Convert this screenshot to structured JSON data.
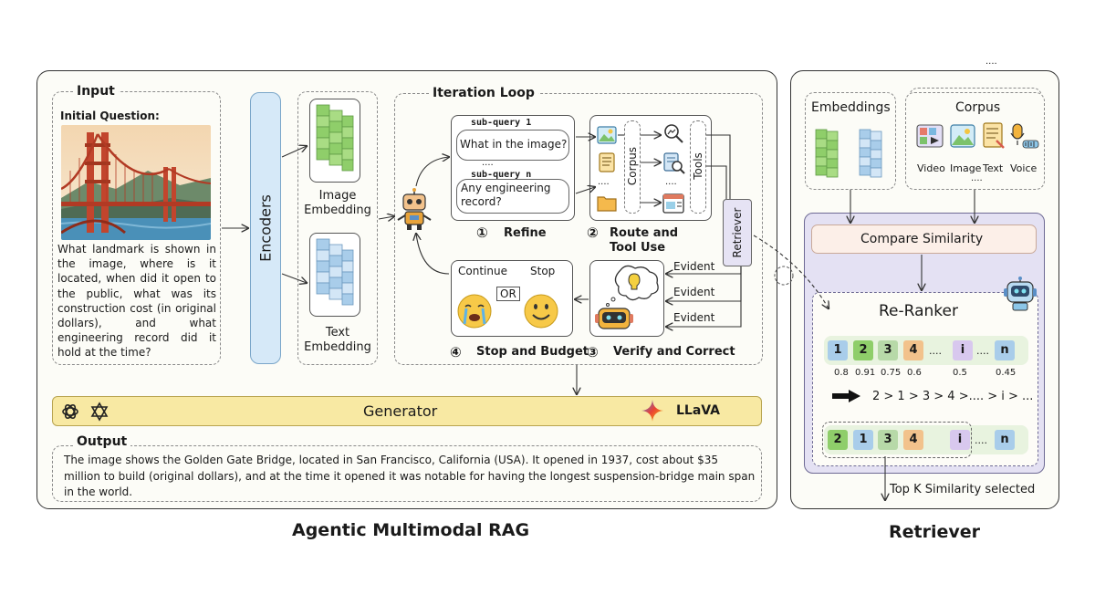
{
  "diagram": {
    "left_caption": "Agentic Multimodal RAG",
    "right_caption": "Retriever",
    "ellipsis_top_right": "....",
    "input": {
      "title": "Input",
      "question_label": "Initial Question:",
      "question_text": "What landmark is shown in the image, where is it located, when did it open to the public, what was its construction cost (in original dollars), and what engineering record did it hold at the time?"
    },
    "encoders": {
      "label": "Encoders",
      "image_embedding": "Image Embedding",
      "text_embedding": "Text Embedding"
    },
    "iteration_loop": {
      "title": "Iteration Loop",
      "subquery_1_label": "sub-query 1",
      "subquery_1_text": "What in the image?",
      "subquery_dots": "....",
      "subquery_n_label": "sub-query n",
      "subquery_n_text": "Any engineering record?",
      "corpus_label": "Corpus",
      "tools_label": "Tools",
      "corpus_dots": "....",
      "tools_dots": "....",
      "retriever_label": "Retriever",
      "step1_num": "①",
      "step1": "Refine",
      "step2_num": "②",
      "step2": "Route and Tool Use",
      "step3_num": "③",
      "step3": "Verify and Correct",
      "step4_num": "④",
      "step4": "Stop and Budget",
      "continue": "Continue",
      "stop": "Stop",
      "or": "OR",
      "evident": [
        "Evident",
        "Evident",
        "Evident"
      ]
    },
    "generator": {
      "label": "Generator",
      "llava": "LLaVA"
    },
    "output": {
      "title": "Output",
      "text": "The image shows the Golden Gate Bridge, located in San Francisco, California (USA). It opened in 1937, cost about $35 million to build (original dollars), and at the time it opened it was notable for having the longest suspension-bridge main span in the world."
    },
    "retriever": {
      "embeddings_title": "Embeddings",
      "corpus_title": "Corpus",
      "corpus_items": [
        "Video",
        "Image",
        "Text",
        "Voice"
      ],
      "corpus_dots": "....",
      "compare": "Compare Similarity",
      "reranker": "Re-Ranker",
      "rank_items": [
        "1",
        "2",
        "3",
        "4",
        "....",
        "i",
        "....",
        "n"
      ],
      "scores": [
        "0.8",
        "0.91",
        "0.75",
        "0.6",
        "0.5",
        "0.45"
      ],
      "order": "2 > 1 > 3 > 4 >.... > i > ...",
      "reranked_items": [
        "2",
        "1",
        "3",
        "4",
        "i",
        "....",
        "n"
      ],
      "topk": "Top K Similarity selected"
    },
    "colors": {
      "green": "#8fce6a",
      "blue": "#a9cdea",
      "orange": "#f2c28c",
      "purple": "#d8c8ee",
      "generator_fill": "#f8e9a3",
      "encoder_fill": "#d6e9f8"
    }
  }
}
